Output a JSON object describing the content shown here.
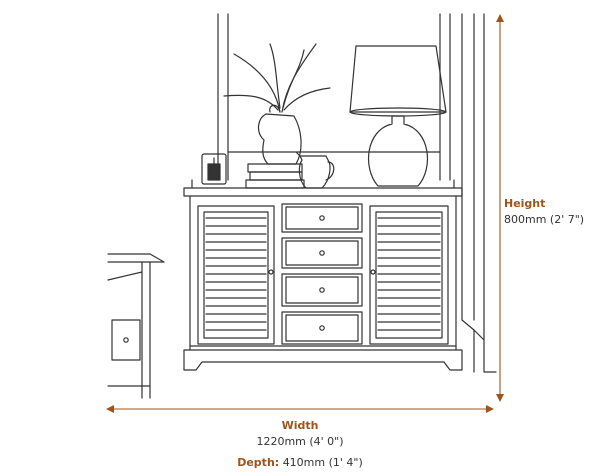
{
  "dimensions": {
    "height": {
      "title": "Height",
      "value": "800mm (2' 7\")"
    },
    "width": {
      "title": "Width",
      "value": "1220mm (4' 0\")"
    },
    "depth": {
      "title": "Depth:",
      "value": "410mm (1' 4\")"
    }
  },
  "colors": {
    "accent": "#a0541b",
    "line": "#333333"
  },
  "icons": [
    "sideboard-drawing",
    "lamp",
    "vase",
    "jug",
    "candle",
    "books",
    "side-table"
  ]
}
